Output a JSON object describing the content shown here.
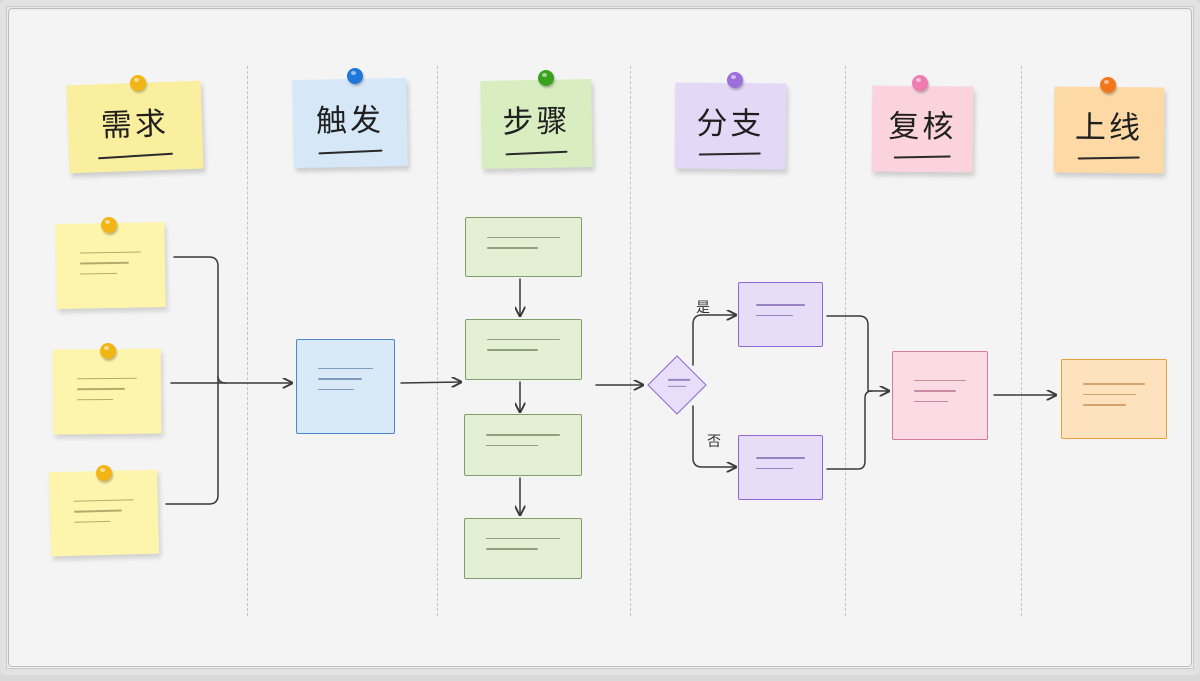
{
  "columns": [
    {
      "label": "需求",
      "color": "#faef9e",
      "pin": "#f2b516"
    },
    {
      "label": "触发",
      "color": "#d6e8f8",
      "pin": "#1f78d8"
    },
    {
      "label": "步骤",
      "color": "#d8eec1",
      "pin": "#3aa11d"
    },
    {
      "label": "分支",
      "color": "#e3d8f6",
      "pin": "#9b6fdc"
    },
    {
      "label": "复核",
      "color": "#fbd3df",
      "pin": "#f07bb0"
    },
    {
      "label": "上线",
      "color": "#fcd9a5",
      "pin": "#f2771a"
    }
  ],
  "branch_labels": {
    "yes": "是",
    "no": "否"
  },
  "colors": {
    "req_note": "#fdf5ac",
    "trigger": "#d9e9f8",
    "trigger_border": "#4a86c8",
    "step": "#e3f0d4",
    "step_border": "#7f9e6a",
    "branch": "#e7ddf8",
    "branch_border": "#8f68d6",
    "review": "#fcdbe4",
    "review_border": "#d77aa1",
    "release": "#fde2bd",
    "release_border": "#e8a03c",
    "arrow": "#3a3a3a"
  }
}
